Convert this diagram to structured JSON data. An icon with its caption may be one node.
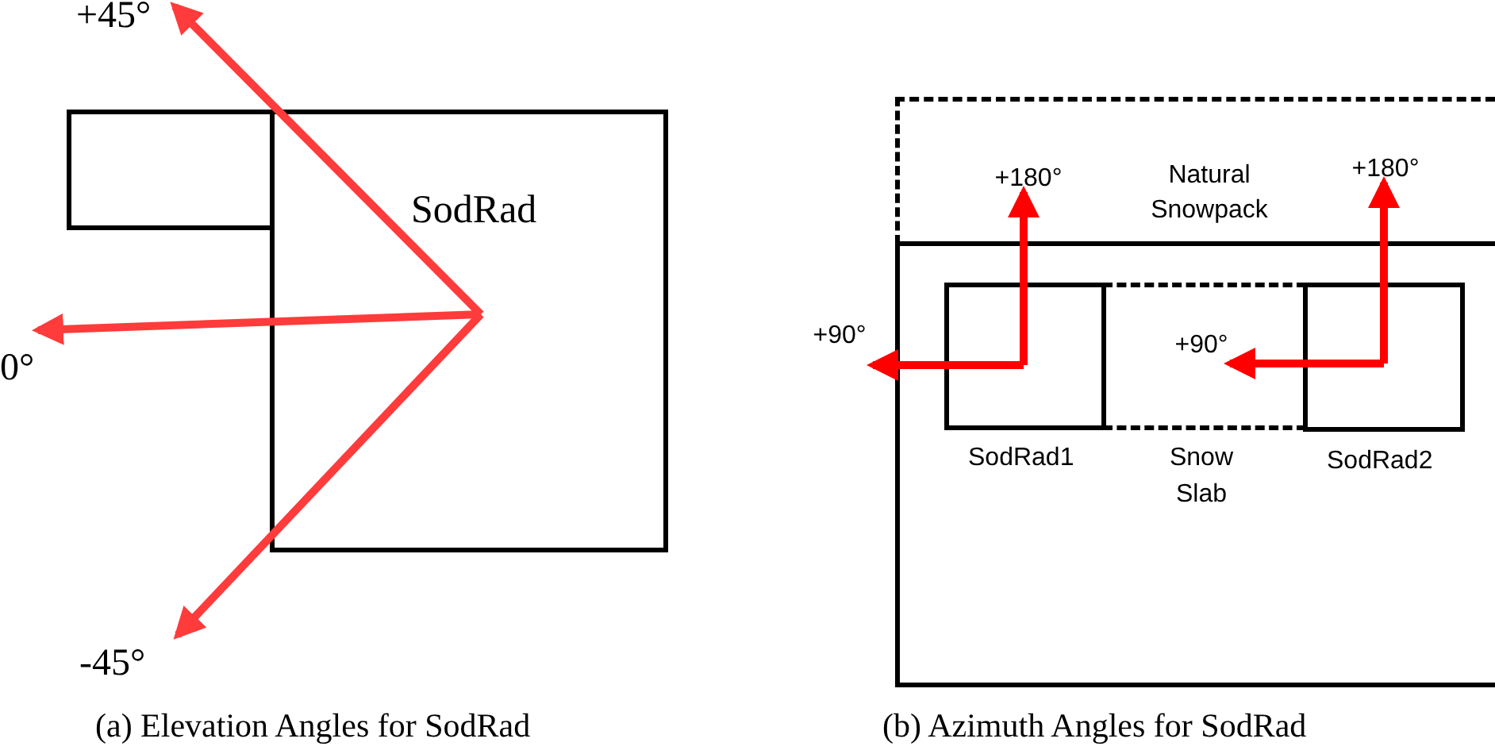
{
  "diagram": {
    "nodes": [
      {
        "text": [
          "SodRad"
        ]
      },
      {
        "text": [],
        "shape": "box"
      },
      {
        "text": [
          "+45°"
        ]
      },
      {
        "text": [
          "0°"
        ]
      },
      {
        "text": [
          "-45°"
        ]
      },
      {
        "text": [
          "Natural Snowpack"
        ]
      },
      {
        "text": [],
        "shape": "box"
      },
      {
        "text": [
          "SodRad1"
        ],
        "in": 6
      },
      {
        "text": [
          "Snow Slab"
        ],
        "in": 6
      },
      {
        "text": [
          "SodRad2"
        ],
        "in": 6
      },
      {
        "text": [
          "+180°"
        ],
        "in": 5
      },
      {
        "text": [
          "+90°"
        ]
      },
      {
        "text": [
          "+90°"
        ],
        "in": 8
      },
      {
        "text": [
          "+180°"
        ],
        "in": 5
      }
    ],
    "edges": [
      {
        "from": 0,
        "to": 2,
        "arrow": "to"
      },
      {
        "from": 0,
        "to": 3,
        "arrow": "to"
      },
      {
        "from": 0,
        "to": 4,
        "arrow": "to"
      },
      {
        "from": 7,
        "to": 10,
        "arrow": "to"
      },
      {
        "from": 7,
        "to": 11,
        "arrow": "to"
      },
      {
        "from": 9,
        "to": 12,
        "arrow": "to"
      },
      {
        "from": 9,
        "to": 13,
        "arrow": "to"
      }
    ],
    "labels": [
      "(a) Elevation Angles for SodRad",
      "(b) Azimuth Angles for SodRad"
    ]
  }
}
